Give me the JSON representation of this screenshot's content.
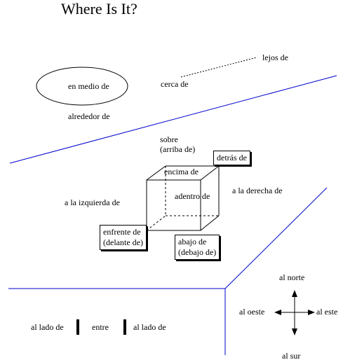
{
  "title": "Where Is It?",
  "labels": {
    "lejos_de": "lejos de",
    "cerca_de": "cerca de",
    "en_medio_de": "en medio de",
    "alrededor_de": "alrededor de",
    "sobre_1": "sobre",
    "sobre_2": "(arriba de)",
    "detras_de": "detrás de",
    "encima_de": "encima de",
    "adentro_de": "adentro de",
    "a_la_izquierda_de": "a la izquierda de",
    "a_la_derecha_de": "a la derecha de",
    "enfrente_de_1": "enfrente de",
    "enfrente_de_2": "(delante de)",
    "abajo_de_1": "abajo de",
    "abajo_de_2": "(debajo de)",
    "al_lado_de_left": "al lado de",
    "entre": "entre",
    "al_lado_de_right": "al lado de",
    "al_norte": "al norte",
    "al_sur": "al sur",
    "al_oeste": "al oeste",
    "al_este": "al este"
  },
  "colors": {
    "divider": "#0000cc",
    "ink": "#000000"
  }
}
